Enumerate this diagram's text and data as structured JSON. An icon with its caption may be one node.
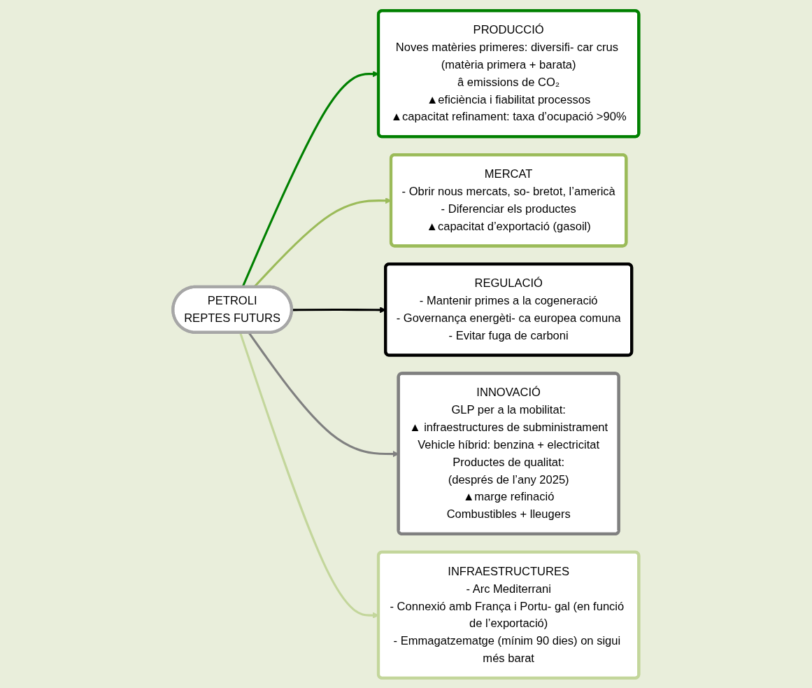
{
  "diagram": {
    "nodes": [
      {
        "text": [
          "PETROLI",
          "REPTES FUTURS"
        ]
      },
      {
        "text": [
          "PRODUCCIÓ",
          "Noves matèries primeres: diversifi- car crus (matèria primera + barata)",
          "â emissions de CO₂",
          "▲eficiència i fiabilitat processos",
          "▲capacitat refinament: taxa d’ocupació >90%"
        ]
      },
      {
        "text": [
          "MERCAT",
          "- Obrir nous mercats, so- bretot, l’americà",
          "- Diferenciar els productes",
          "▲capacitat d’exportació (gasoil)"
        ]
      },
      {
        "text": [
          "REGULACIÓ",
          "- Mantenir primes a la cogeneració",
          "- Governança energèti- ca europea comuna",
          "- Evitar fuga de carboni"
        ]
      },
      {
        "text": [
          "INNOVACIÓ",
          "GLP per a la mobilitat:",
          "▲ infraestructures de subministrament",
          "Vehicle híbrid: benzina + electricitat",
          "Productes de qualitat:",
          "(després de l’any 2025)",
          "▲marge refinació",
          "Combustibles + lleugers"
        ]
      },
      {
        "text": [
          "INFRAESTRUCTURES",
          "- Arc Mediterrani",
          "- Connexió amb França i Portu- gal (en funció de l’exportació)",
          "- Emmagatzematge (mínim 90 dies) on sigui més barat"
        ]
      }
    ],
    "edges": [
      {
        "from": 0,
        "to": 1,
        "arrow": "to",
        "color": "#008000"
      },
      {
        "from": 0,
        "to": 2,
        "arrow": "to",
        "color": "#9bbb59"
      },
      {
        "from": 0,
        "to": 3,
        "arrow": "to",
        "color": "#000000"
      },
      {
        "from": 0,
        "to": 4,
        "arrow": "to",
        "color": "#808080"
      },
      {
        "from": 0,
        "to": 5,
        "arrow": "to",
        "color": "#c3d69b"
      }
    ]
  }
}
